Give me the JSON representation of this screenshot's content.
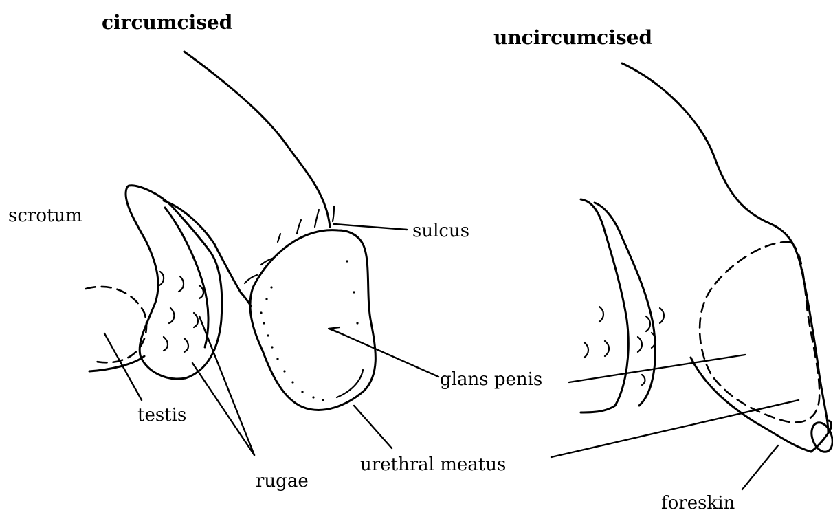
{
  "headings": {
    "left": "circumcised",
    "right": "uncircumcised"
  },
  "labels": {
    "scrotum": "scrotum",
    "sulcus": "sulcus",
    "glans_penis": "glans penis",
    "testis": "testis",
    "urethral_meatus": "urethral meatus",
    "rugae": "rugae",
    "foreskin": "foreskin"
  },
  "colors": {
    "ink": "#000000",
    "background": "#ffffff"
  }
}
